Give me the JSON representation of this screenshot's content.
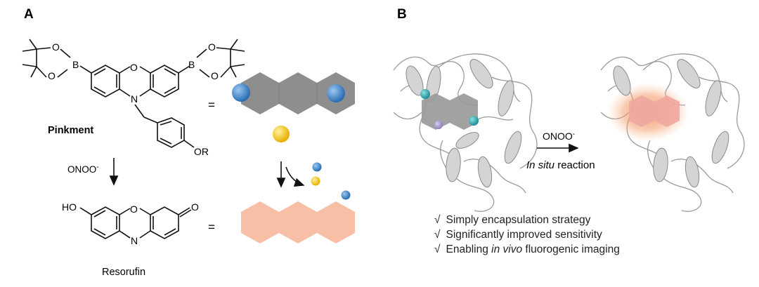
{
  "panel_a": {
    "label": "A",
    "probe_name": "Pinkment",
    "or_group": "OR",
    "reagent": "ONOO",
    "reagent_charge": "-",
    "n_atom": "N",
    "o_atom": "O",
    "b_atom": "B",
    "ho_group": "HO",
    "carbonyl_o": "O",
    "product_name": "Resorufin",
    "equals_sign": "=",
    "colors": {
      "core": "#8e8e8e",
      "boronate": "#3b7fc4",
      "phenol": "#f4c430",
      "product": "#f7c0a6"
    }
  },
  "panel_b": {
    "label": "B",
    "reagent": "ONOO",
    "reagent_charge": "-",
    "reaction_prefix": "In situ",
    "reaction_suffix": " reaction",
    "colors": {
      "protein": "#c8c8c8",
      "glow": "#f4a070",
      "probe": "#9a9a9a"
    }
  },
  "bullets": {
    "check": "√",
    "b1": "Simply encapsulation strategy",
    "b2": "Significantly improved sensitivity",
    "b3_pre": "Enabling ",
    "b3_em": "in vivo",
    "b3_post": " fluorogenic imaging"
  }
}
